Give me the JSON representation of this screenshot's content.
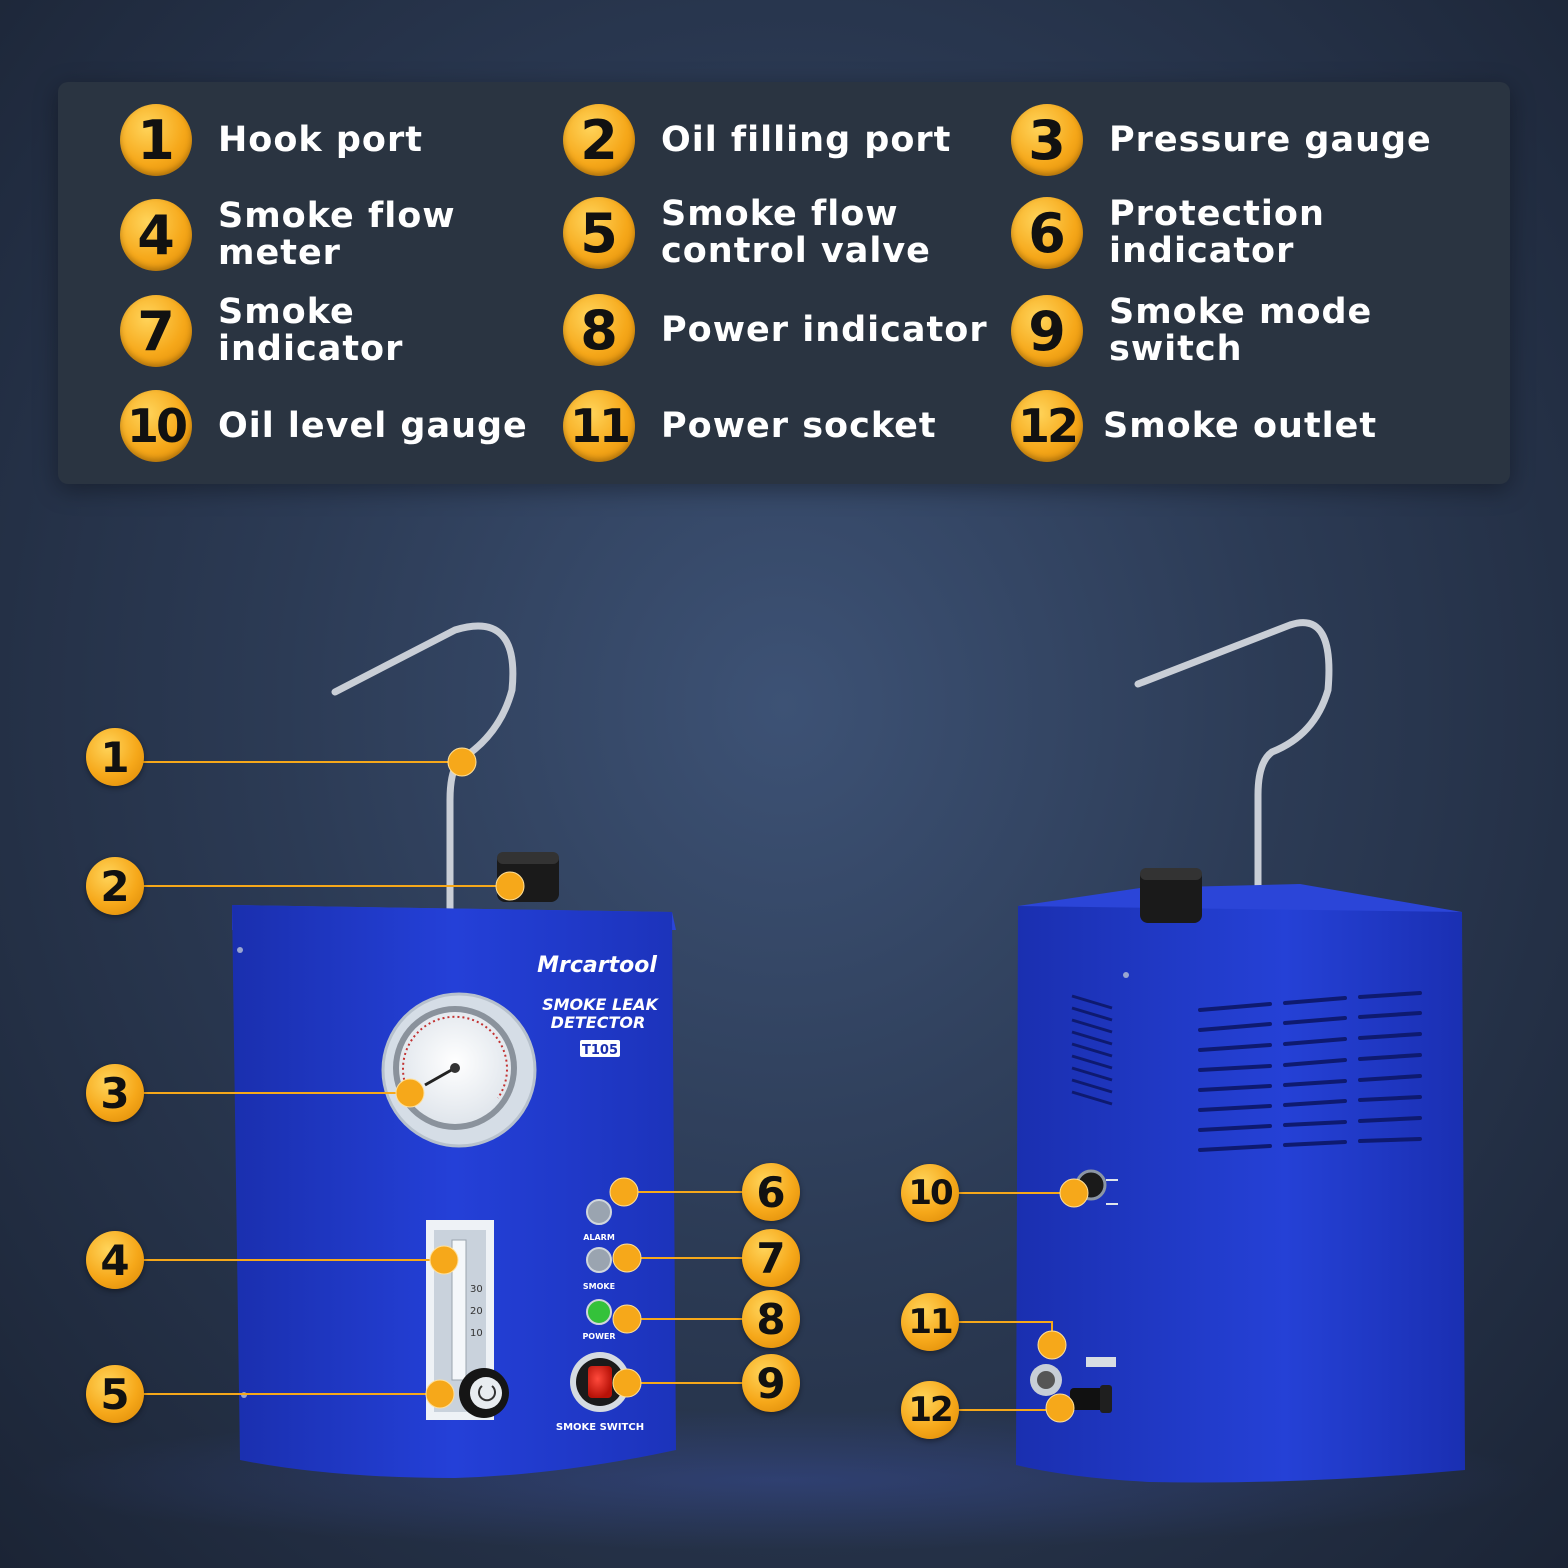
{
  "legend": [
    {
      "num": "1",
      "label": "Hook port"
    },
    {
      "num": "2",
      "label": "Oil filling port"
    },
    {
      "num": "3",
      "label": "Pressure gauge"
    },
    {
      "num": "4",
      "label": "Smoke flow\nmeter"
    },
    {
      "num": "5",
      "label": "Smoke flow\ncontrol valve"
    },
    {
      "num": "6",
      "label": "Protection\nindicator"
    },
    {
      "num": "7",
      "label": "Smoke\nindicator"
    },
    {
      "num": "8",
      "label": "Power indicator"
    },
    {
      "num": "9",
      "label": "Smoke mode\nswitch"
    },
    {
      "num": "10",
      "label": "Oil level gauge"
    },
    {
      "num": "11",
      "label": "Power socket"
    },
    {
      "num": "12",
      "label": "Smoke outlet"
    }
  ],
  "device": {
    "brand": "Mrcartool",
    "product_line1": "SMOKE LEAK",
    "product_line2": "DETECTOR",
    "model": "T105",
    "alarm_label": "ALARM",
    "smoke_label": "SMOKE",
    "power_label": "POWER",
    "switch_label": "SMOKE SWITCH"
  },
  "callouts": [
    "1",
    "2",
    "3",
    "4",
    "5",
    "6",
    "7",
    "8",
    "9",
    "10",
    "11",
    "12"
  ],
  "colors": {
    "accent": "#f6a81a",
    "device_blue": "#1f35c8",
    "panel": "#2a3441"
  }
}
